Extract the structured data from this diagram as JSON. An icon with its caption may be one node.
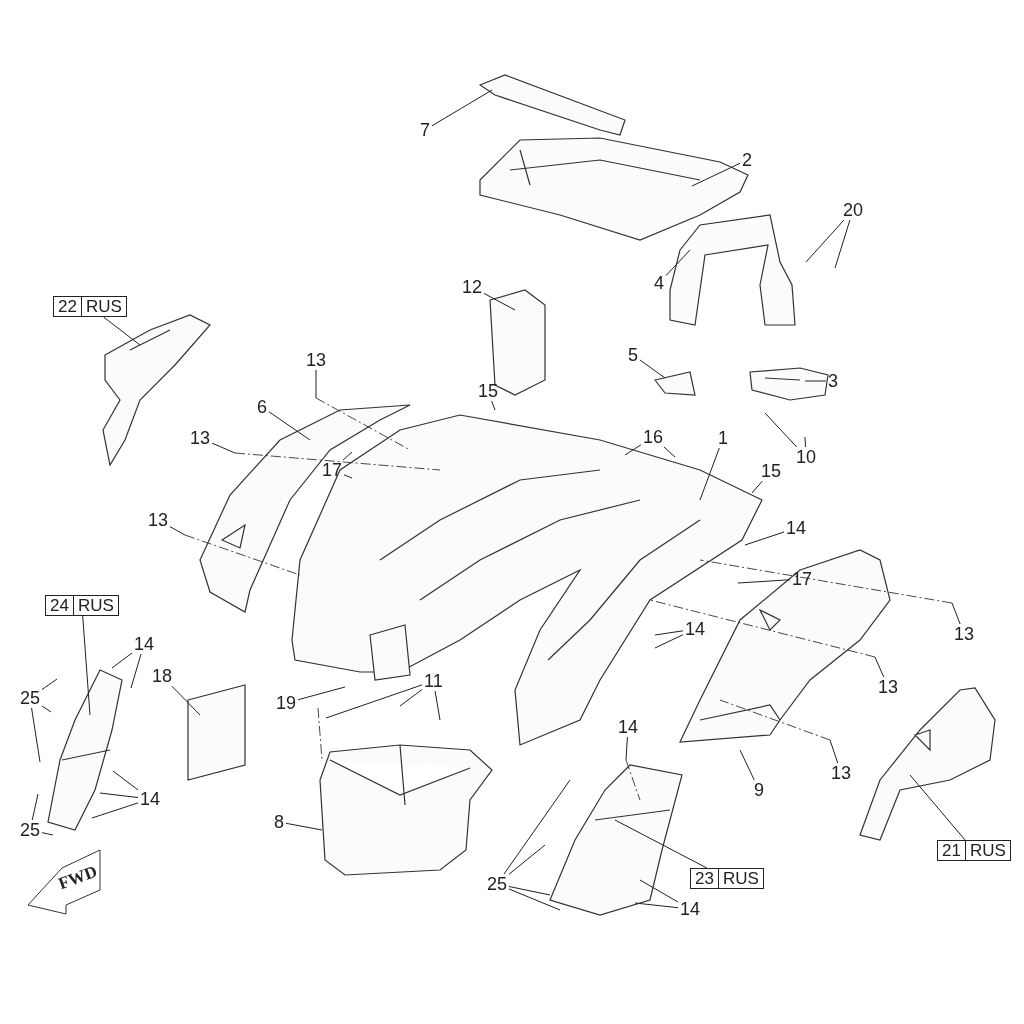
{
  "diagram": {
    "nodes": [
      {
        "text": [
          "7"
        ]
      },
      {
        "text": [
          "2"
        ]
      },
      {
        "text": [
          "20"
        ]
      },
      {
        "text": [
          "4"
        ]
      },
      {
        "text": [
          "22",
          "RUS"
        ]
      },
      {
        "text": [
          "12"
        ]
      },
      {
        "text": [
          "5"
        ]
      },
      {
        "text": [
          "3"
        ]
      },
      {
        "text": [
          "13"
        ]
      },
      {
        "text": [
          "6"
        ]
      },
      {
        "text": [
          "15"
        ]
      },
      {
        "text": [
          "10"
        ]
      },
      {
        "text": [
          "13"
        ]
      },
      {
        "text": [
          "17"
        ]
      },
      {
        "text": [
          "16"
        ]
      },
      {
        "text": [
          "1"
        ]
      },
      {
        "text": [
          "15"
        ]
      },
      {
        "text": [
          "13"
        ]
      },
      {
        "text": [
          "14"
        ]
      },
      {
        "text": [
          "17"
        ]
      },
      {
        "text": [
          "13"
        ]
      },
      {
        "text": [
          "24",
          "RUS"
        ]
      },
      {
        "text": [
          "14"
        ]
      },
      {
        "text": [
          "18"
        ]
      },
      {
        "text": [
          "14"
        ]
      },
      {
        "text": [
          "19"
        ]
      },
      {
        "text": [
          "11"
        ]
      },
      {
        "text": [
          "25"
        ]
      },
      {
        "text": [
          "13"
        ]
      },
      {
        "text": [
          "14"
        ]
      },
      {
        "text": [
          "13"
        ]
      },
      {
        "text": [
          "14"
        ]
      },
      {
        "text": [
          "9"
        ]
      },
      {
        "text": [
          "25"
        ]
      },
      {
        "text": [
          "8"
        ]
      },
      {
        "text": [
          "21",
          "RUS"
        ]
      },
      {
        "text": [
          "23",
          "RUS"
        ]
      },
      {
        "text": [
          "25"
        ]
      },
      {
        "text": [
          "14"
        ]
      }
    ],
    "edges": [
      {
        "from": 0,
        "to": null,
        "arrow": "none"
      },
      {
        "from": 1,
        "to": null,
        "arrow": "none"
      },
      {
        "from": 2,
        "to": null,
        "arrow": "none"
      },
      {
        "from": 2,
        "to": null,
        "arrow": "none"
      },
      {
        "from": 3,
        "to": null,
        "arrow": "none"
      },
      {
        "from": 4,
        "to": null,
        "arrow": "none"
      },
      {
        "from": 5,
        "to": null,
        "arrow": "none"
      },
      {
        "from": 6,
        "to": null,
        "arrow": "none"
      },
      {
        "from": 7,
        "to": null,
        "arrow": "none"
      },
      {
        "from": 8,
        "to": null,
        "arrow": "none"
      },
      {
        "from": 9,
        "to": null,
        "arrow": "none"
      },
      {
        "from": 10,
        "to": null,
        "arrow": "none"
      },
      {
        "from": 11,
        "to": null,
        "arrow": "none"
      },
      {
        "from": 11,
        "to": null,
        "arrow": "none"
      },
      {
        "from": 12,
        "to": null,
        "arrow": "none"
      },
      {
        "from": 13,
        "to": null,
        "arrow": "none"
      },
      {
        "from": 13,
        "to": null,
        "arrow": "none"
      },
      {
        "from": 14,
        "to": null,
        "arrow": "none"
      },
      {
        "from": 14,
        "to": null,
        "arrow": "none"
      },
      {
        "from": 15,
        "to": null,
        "arrow": "none"
      },
      {
        "from": 16,
        "to": null,
        "arrow": "none"
      },
      {
        "from": 17,
        "to": null,
        "arrow": "none"
      },
      {
        "from": 18,
        "to": null,
        "arrow": "none"
      },
      {
        "from": 19,
        "to": null,
        "arrow": "none"
      },
      {
        "from": 20,
        "to": null,
        "arrow": "none"
      },
      {
        "from": 21,
        "to": null,
        "arrow": "none"
      },
      {
        "from": 22,
        "to": null,
        "arrow": "none"
      },
      {
        "from": 22,
        "to": null,
        "arrow": "none"
      },
      {
        "from": 23,
        "to": null,
        "arrow": "none"
      },
      {
        "from": 24,
        "to": null,
        "arrow": "none"
      },
      {
        "from": 24,
        "to": null,
        "arrow": "none"
      },
      {
        "from": 25,
        "to": null,
        "arrow": "none"
      },
      {
        "from": 26,
        "to": null,
        "arrow": "none"
      },
      {
        "from": 26,
        "to": null,
        "arrow": "none"
      },
      {
        "from": 26,
        "to": null,
        "arrow": "none"
      },
      {
        "from": 27,
        "to": null,
        "arrow": "none"
      },
      {
        "from": 27,
        "to": null,
        "arrow": "none"
      },
      {
        "from": 27,
        "to": null,
        "arrow": "none"
      },
      {
        "from": 28,
        "to": null,
        "arrow": "none"
      },
      {
        "from": 29,
        "to": null,
        "arrow": "none"
      },
      {
        "from": 30,
        "to": null,
        "arrow": "none"
      },
      {
        "from": 31,
        "to": null,
        "arrow": "none"
      },
      {
        "from": 31,
        "to": null,
        "arrow": "none"
      },
      {
        "from": 31,
        "to": null,
        "arrow": "none"
      },
      {
        "from": 32,
        "to": null,
        "arrow": "none"
      },
      {
        "from": 33,
        "to": null,
        "arrow": "none"
      },
      {
        "from": 33,
        "to": null,
        "arrow": "none"
      },
      {
        "from": 34,
        "to": null,
        "arrow": "none"
      },
      {
        "from": 35,
        "to": null,
        "arrow": "none"
      },
      {
        "from": 36,
        "to": null,
        "arrow": "none"
      },
      {
        "from": 37,
        "to": null,
        "arrow": "none"
      },
      {
        "from": 37,
        "to": null,
        "arrow": "none"
      },
      {
        "from": 37,
        "to": null,
        "arrow": "none"
      },
      {
        "from": 37,
        "to": null,
        "arrow": "none"
      },
      {
        "from": 38,
        "to": null,
        "arrow": "none"
      },
      {
        "from": 38,
        "to": null,
        "arrow": "none"
      }
    ],
    "labels": [
      "FWD"
    ]
  }
}
